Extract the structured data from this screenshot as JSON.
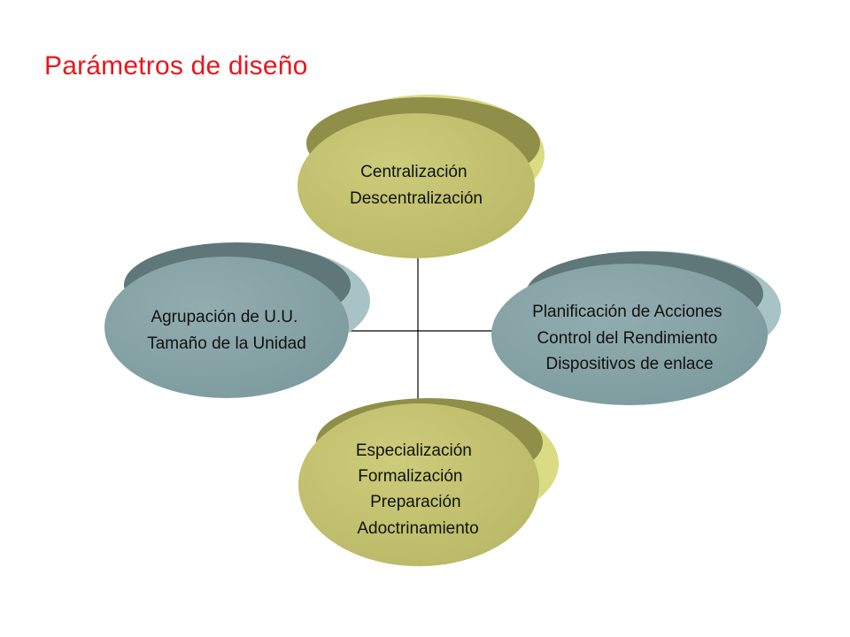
{
  "title": "Parámetros de diseño",
  "colors": {
    "title": "#e8161b",
    "olive_fill": "#c3c36f",
    "olive_shadow": "#d9dc83",
    "teal_fill": "#86a3a6",
    "teal_shadow": "#a8c3c6",
    "connector": "#000000"
  },
  "nodes": [
    {
      "id": "top",
      "lines": [
        "Centralización",
        "Descentralización"
      ]
    },
    {
      "id": "left",
      "lines": [
        "Agrupación de U.U.",
        "Tamaño de la Unidad"
      ]
    },
    {
      "id": "right",
      "lines": [
        "Planificación de Acciones",
        "Control del Rendimiento",
        "Dispositivos de enlace"
      ]
    },
    {
      "id": "bottom",
      "lines": [
        "Especialización",
        "Formalización",
        "Preparación",
        "Adoctrinamiento"
      ]
    }
  ]
}
